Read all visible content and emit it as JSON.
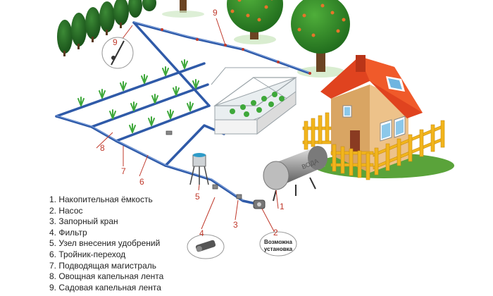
{
  "legend": [
    "1. Накопительная ёмкость",
    "2. Насос",
    "3. Запорный кран",
    "4. Фильтр",
    "5. Узел внесения удобрений",
    "6. Тройник-переход",
    "7. Подводящая магистраль",
    "8. Овощная капельная лента",
    "9. Садовая капельная лента"
  ],
  "labels": {
    "n1": "1",
    "n2": "2",
    "n3": "3",
    "n4": "4",
    "n5": "5",
    "n6": "6",
    "n7": "7",
    "n8": "8",
    "n9a": "9",
    "n9b": "9",
    "tank": "ВОДА",
    "pump_callout": "Возможна установка"
  },
  "colors": {
    "pipe": "#2f5aa8",
    "label": "#c0392b",
    "roof": "#e0431f",
    "wall": "#e8b878",
    "fence": "#f2b51c",
    "grass": "#5aa33a",
    "tank": "#8e8e8e"
  }
}
